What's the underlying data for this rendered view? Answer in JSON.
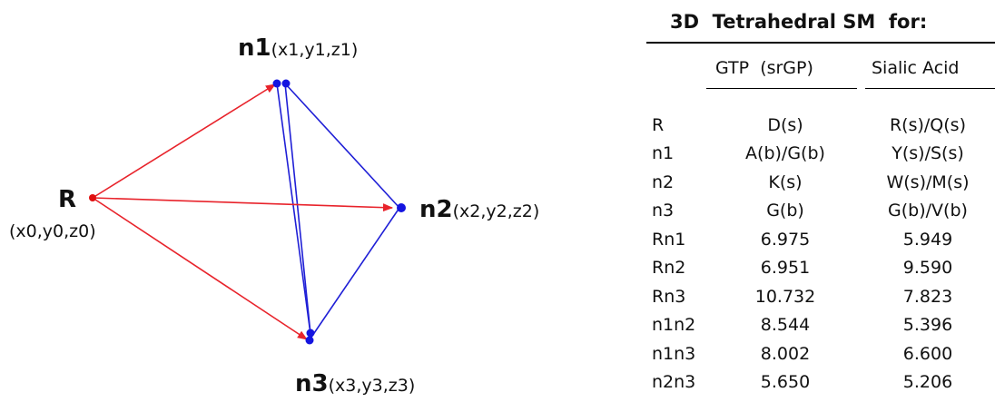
{
  "nodes": {
    "R": {
      "name": "R",
      "coord": "(x0,y0,z0)"
    },
    "n1": {
      "name": "n1",
      "coord": "(x1,y1,z1)"
    },
    "n2": {
      "name": "n2",
      "coord": "(x2,y2,z2)"
    },
    "n3": {
      "name": "n3",
      "coord": "(x3,y3,z3)"
    }
  },
  "colors": {
    "red_edges": "#e8232b",
    "blue_edges": "#1f1fd6",
    "node_blue": "#1414e0",
    "node_red": "#e01010"
  },
  "table": {
    "title": "3D  Tetrahedral SM  for:",
    "col_gtp": "GTP  (srGP)",
    "col_sialic": "Sialic Acid",
    "rows": [
      {
        "label": "R",
        "gtp": "D(s)",
        "sialic": "R(s)/Q(s)"
      },
      {
        "label": "n1",
        "gtp": "A(b)/G(b)",
        "sialic": "Y(s)/S(s)"
      },
      {
        "label": "n2",
        "gtp": "K(s)",
        "sialic": "W(s)/M(s)"
      },
      {
        "label": "n3",
        "gtp": "G(b)",
        "sialic": "G(b)/V(b)"
      },
      {
        "label": "Rn1",
        "gtp": "6.975",
        "sialic": "5.949"
      },
      {
        "label": "Rn2",
        "gtp": "6.951",
        "sialic": "9.590"
      },
      {
        "label": "Rn3",
        "gtp": "10.732",
        "sialic": "7.823"
      },
      {
        "label": "n1n2",
        "gtp": "8.544",
        "sialic": "5.396"
      },
      {
        "label": "n1n3",
        "gtp": "8.002",
        "sialic": "6.600"
      },
      {
        "label": "n2n3",
        "gtp": "5.650",
        "sialic": "5.206"
      }
    ]
  }
}
